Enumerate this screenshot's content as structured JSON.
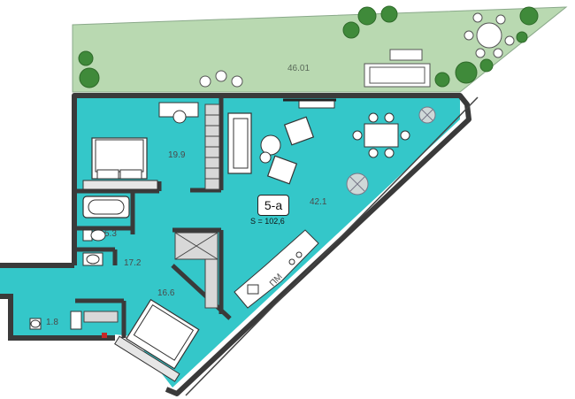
{
  "unit": {
    "code": "5-а",
    "area_label": "S = 102,6"
  },
  "rooms": [
    {
      "id": "terrace",
      "area": "46.01"
    },
    {
      "id": "bedroom-1",
      "area": "19.9"
    },
    {
      "id": "living-kitchen",
      "area": "42.1"
    },
    {
      "id": "bathroom-1",
      "area": "5.3"
    },
    {
      "id": "hall",
      "area": "17.2"
    },
    {
      "id": "bedroom-2",
      "area": "16.6"
    },
    {
      "id": "bathroom-2",
      "area": "1.8"
    }
  ],
  "appliance": {
    "label": "ПМ"
  },
  "colors": {
    "floor": "#34c7c9",
    "terrace": "#b9d9b1",
    "wall": "#3a3a3a",
    "plant": "#3f8a3a"
  }
}
